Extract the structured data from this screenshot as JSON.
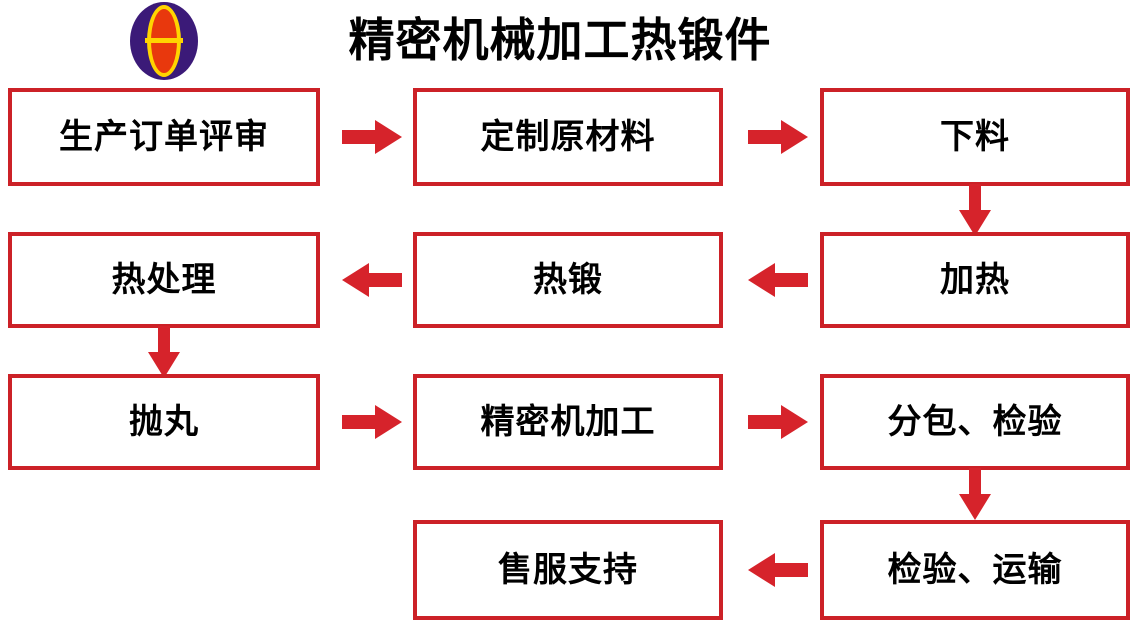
{
  "header": {
    "title": "精密机械加工热锻件",
    "logo": {
      "name": "company-logo",
      "outer_color": "#3b1a78",
      "inner_color": "#e8380d",
      "accent_color": "#ffd400"
    }
  },
  "theme": {
    "box_border_color": "#CC2127",
    "arrow_color": "#D6232B",
    "box_fill": "#ffffff",
    "text_color": "#000000",
    "background": "#ffffff"
  },
  "flowchart": {
    "type": "process-flow",
    "columns": 3,
    "rows": 4,
    "nodes": [
      {
        "id": "n1",
        "label": "生产订单评审",
        "row": 1,
        "col": 1
      },
      {
        "id": "n2",
        "label": "定制原材料",
        "row": 1,
        "col": 2
      },
      {
        "id": "n3",
        "label": "下料",
        "row": 1,
        "col": 3
      },
      {
        "id": "n4",
        "label": "热处理",
        "row": 2,
        "col": 1
      },
      {
        "id": "n5",
        "label": "热锻",
        "row": 2,
        "col": 2
      },
      {
        "id": "n6",
        "label": "加热",
        "row": 2,
        "col": 3
      },
      {
        "id": "n7",
        "label": "抛丸",
        "row": 3,
        "col": 1
      },
      {
        "id": "n8",
        "label": "精密机加工",
        "row": 3,
        "col": 2
      },
      {
        "id": "n9",
        "label": "分包、检验",
        "row": 3,
        "col": 3
      },
      {
        "id": "n10",
        "label": "售服支持",
        "row": 4,
        "col": 2
      },
      {
        "id": "n11",
        "label": "检验、运输",
        "row": 4,
        "col": 3
      }
    ],
    "connectors": [
      {
        "from": "n1",
        "to": "n2",
        "direction": "right"
      },
      {
        "from": "n2",
        "to": "n3",
        "direction": "right"
      },
      {
        "from": "n3",
        "to": "n6",
        "direction": "down"
      },
      {
        "from": "n6",
        "to": "n5",
        "direction": "left"
      },
      {
        "from": "n5",
        "to": "n4",
        "direction": "left"
      },
      {
        "from": "n4",
        "to": "n7",
        "direction": "down"
      },
      {
        "from": "n7",
        "to": "n8",
        "direction": "right"
      },
      {
        "from": "n8",
        "to": "n9",
        "direction": "right"
      },
      {
        "from": "n9",
        "to": "n11",
        "direction": "down"
      },
      {
        "from": "n11",
        "to": "n10",
        "direction": "left"
      }
    ]
  }
}
